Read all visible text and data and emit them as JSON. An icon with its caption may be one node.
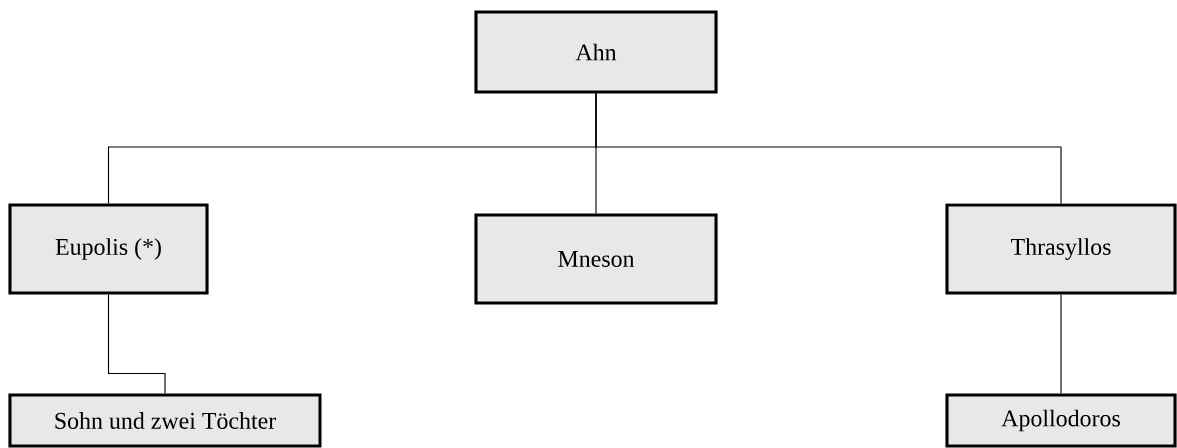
{
  "diagram": {
    "nodes": [
      {
        "text": [
          "Ahn"
        ]
      },
      {
        "text": [
          "Eupolis (*)"
        ]
      },
      {
        "text": [
          "Mneson"
        ]
      },
      {
        "text": [
          "Thrasyllos"
        ]
      },
      {
        "text": [
          "Sohn und zwei Töchter"
        ]
      },
      {
        "text": [
          "Apollodoros"
        ]
      }
    ],
    "edges": [
      {
        "from": 0,
        "to": 1,
        "arrow": "none"
      },
      {
        "from": 0,
        "to": 2,
        "arrow": "none"
      },
      {
        "from": 0,
        "to": 3,
        "arrow": "none"
      },
      {
        "from": 1,
        "to": 4,
        "arrow": "none"
      },
      {
        "from": 3,
        "to": 5,
        "arrow": "none"
      }
    ]
  }
}
